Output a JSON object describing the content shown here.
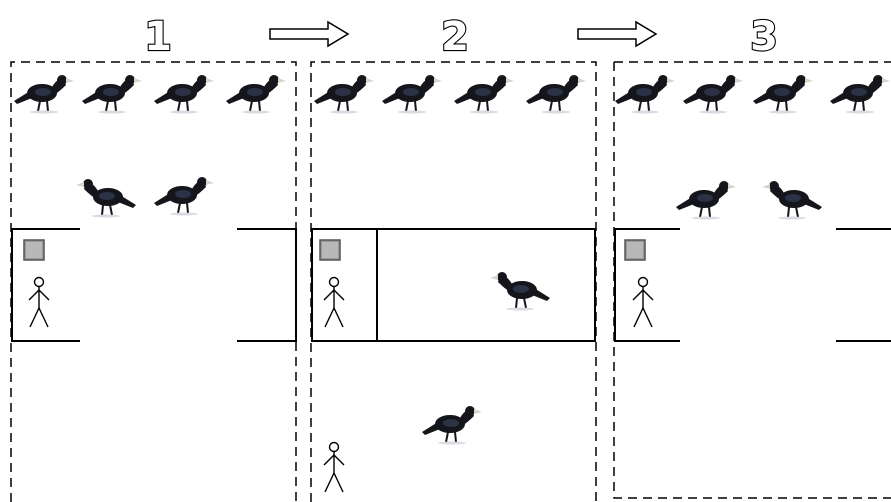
{
  "steps": [
    {
      "number": "1"
    },
    {
      "number": "2"
    },
    {
      "number": "3"
    }
  ],
  "icons": {
    "arrow": "right-arrow-icon",
    "bird": "crow-icon",
    "person": "stick-figure-icon",
    "box": "gray-square-icon"
  },
  "colors": {
    "stroke": "#000000",
    "bird_body": "#15151c",
    "bird_sheen": "#3a4662",
    "beak": "#d8d4c8",
    "box_fill": "#9a9a9a",
    "box_border": "#555555"
  }
}
